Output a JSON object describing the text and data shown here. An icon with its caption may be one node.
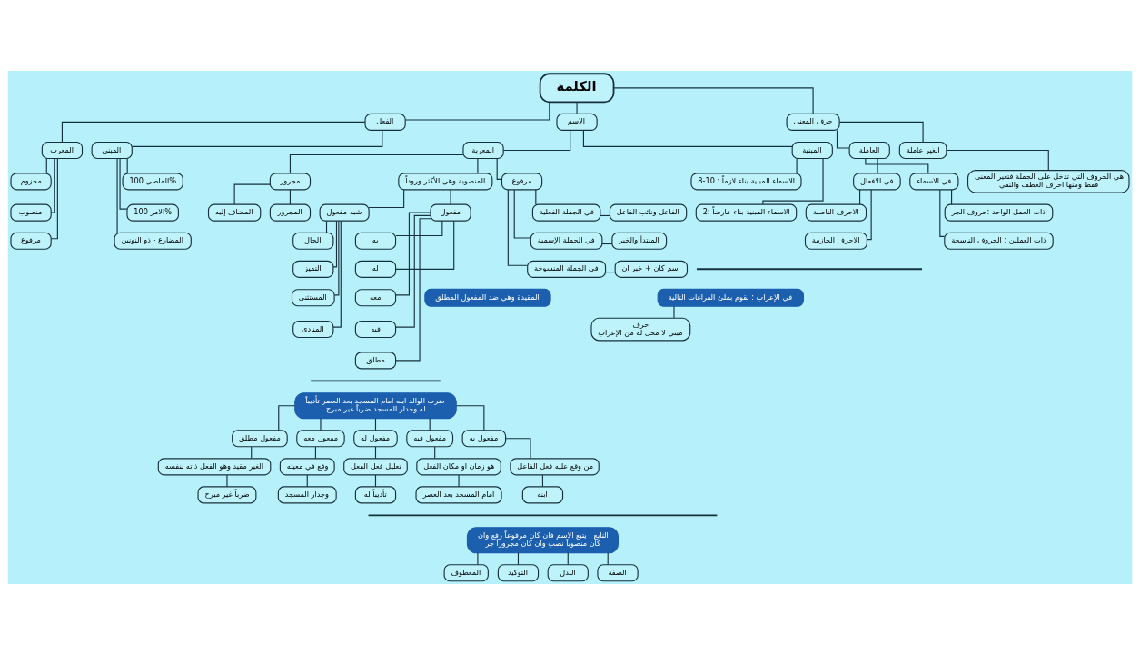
{
  "diagram": {
    "nodes": [
      {
        "text": [
          "الكلمة"
        ]
      },
      {
        "text": [
          "حرف المعنى"
        ]
      },
      {
        "text": [
          "الغير عاملة"
        ]
      },
      {
        "text": [
          "هي الحروف التي تدخل على الجملة فتغير المعنى فقط ومنها احرف العطف والنفي"
        ]
      },
      {
        "text": [
          "العاملة"
        ]
      },
      {
        "text": [
          "في الاسماء"
        ]
      },
      {
        "text": [
          "ذات العمل الواحد :حروف الجر"
        ]
      },
      {
        "text": [
          "ذات العملين : الحروف الناسخة"
        ]
      },
      {
        "text": [
          "في الافعال"
        ]
      },
      {
        "text": [
          "الاحرف الناصبة"
        ]
      },
      {
        "text": [
          "الاحرف الجازمة"
        ]
      },
      {
        "text": [
          "في الإعراب : نقوم بملئ الفراغات التالية"
        ]
      },
      {
        "text": [
          "حرف",
          "مبني لا محل له من الإعراب"
        ]
      },
      {
        "text": [
          "الاسم"
        ]
      },
      {
        "text": [
          "المبنية"
        ]
      },
      {
        "text": [
          "الاسماء المبنية بناء لازماً : 10-8"
        ]
      },
      {
        "text": [
          "الاسماء المبنية بناء عارضاً :2"
        ]
      },
      {
        "text": [
          "المعربة"
        ]
      },
      {
        "text": [
          "مرفوع"
        ]
      },
      {
        "text": [
          "في الجملة الفعلية"
        ]
      },
      {
        "text": [
          "الفاعل ونائب الفاعل"
        ]
      },
      {
        "text": [
          "في الجملة الإسمية"
        ]
      },
      {
        "text": [
          "المبتدأ والخبر"
        ]
      },
      {
        "text": [
          "في الجملة المنسوخة"
        ]
      },
      {
        "text": [
          "اسم كان + خبر ان"
        ]
      },
      {
        "text": [
          "المنصوبة وهي الأكثر وروداً"
        ]
      },
      {
        "text": [
          "مفعول"
        ]
      },
      {
        "text": [
          "به"
        ]
      },
      {
        "text": [
          "له"
        ]
      },
      {
        "text": [
          "معه"
        ]
      },
      {
        "text": [
          "فيه"
        ]
      },
      {
        "text": [
          "مطلق"
        ]
      },
      {
        "text": [
          "المقيدة وهي ضد المفعول المطلق"
        ]
      },
      {
        "text": [
          "شبه مفعول"
        ]
      },
      {
        "text": [
          "الحال"
        ]
      },
      {
        "text": [
          "التميز"
        ]
      },
      {
        "text": [
          "المستثنى"
        ]
      },
      {
        "text": [
          "المنادى"
        ]
      },
      {
        "text": [
          "مجرور"
        ]
      },
      {
        "text": [
          "المجرور"
        ]
      },
      {
        "text": [
          "المضاف إليه"
        ]
      },
      {
        "text": [
          "الفعل"
        ]
      },
      {
        "text": [
          "المبني"
        ]
      },
      {
        "text": [
          "الماضي 100%"
        ]
      },
      {
        "text": [
          "الامر 100%"
        ]
      },
      {
        "text": [
          "المضارع - ذو النونين"
        ]
      },
      {
        "text": [
          "المعرب"
        ]
      },
      {
        "text": [
          "مجزوم"
        ]
      },
      {
        "text": [
          "منصوب"
        ]
      },
      {
        "text": [
          "مرفوع"
        ]
      },
      {
        "text": [
          "ضرب الوالد ابنه امام المسجد بعد العصر تأديباً له وجدار المسجد ضرباً غير مبرح"
        ]
      },
      {
        "text": [
          "مفعول به"
        ]
      },
      {
        "text": [
          "من وقع عليه فعل الفاعل"
        ]
      },
      {
        "text": [
          "ابنه"
        ]
      },
      {
        "text": [
          "مفعول فيه"
        ]
      },
      {
        "text": [
          "هو زمان او مكان الفعل"
        ]
      },
      {
        "text": [
          "امام المسجد بعد العصر"
        ]
      },
      {
        "text": [
          "مفعول له"
        ]
      },
      {
        "text": [
          "تعليل فعل الفعل"
        ]
      },
      {
        "text": [
          "تأديباً له"
        ]
      },
      {
        "text": [
          "مفعول معه"
        ]
      },
      {
        "text": [
          "وقع في معيته"
        ]
      },
      {
        "text": [
          "وجدار المسجد"
        ]
      },
      {
        "text": [
          "مفعول مطلق"
        ]
      },
      {
        "text": [
          "الغير مقيد وهو الفعل ذاته بنفسه"
        ]
      },
      {
        "text": [
          "ضرباً غير مبرح"
        ]
      },
      {
        "text": [
          "التابع : يتبع الاسم فان كان مرفوعاً رفع وان كان منصوباً نصب وان كان مجروراً جر"
        ]
      },
      {
        "text": [
          "الصفة"
        ]
      },
      {
        "text": [
          "البدل"
        ]
      },
      {
        "text": [
          "التوكيد"
        ]
      },
      {
        "text": [
          "المعطوف"
        ]
      }
    ],
    "edges": [
      {
        "from": 0,
        "to": 1,
        "arrow": "none"
      },
      {
        "from": 0,
        "to": 13,
        "arrow": "none"
      },
      {
        "from": 0,
        "to": 41,
        "arrow": "none"
      },
      {
        "from": 1,
        "to": 2,
        "arrow": "none"
      },
      {
        "from": 1,
        "to": 4,
        "arrow": "none"
      },
      {
        "from": 2,
        "to": 3,
        "arrow": "none"
      },
      {
        "from": 4,
        "to": 5,
        "arrow": "none"
      },
      {
        "from": 4,
        "to": 8,
        "arrow": "none"
      },
      {
        "from": 5,
        "to": 6,
        "arrow": "none"
      },
      {
        "from": 5,
        "to": 7,
        "arrow": "none"
      },
      {
        "from": 8,
        "to": 9,
        "arrow": "none"
      },
      {
        "from": 8,
        "to": 10,
        "arrow": "none"
      },
      {
        "from": 11,
        "to": 12,
        "arrow": "none"
      },
      {
        "from": 13,
        "to": 14,
        "arrow": "none"
      },
      {
        "from": 13,
        "to": 17,
        "arrow": "none"
      },
      {
        "from": 14,
        "to": 15,
        "arrow": "none"
      },
      {
        "from": 14,
        "to": 16,
        "arrow": "none"
      },
      {
        "from": 17,
        "to": 18,
        "arrow": "none"
      },
      {
        "from": 17,
        "to": 25,
        "arrow": "none"
      },
      {
        "from": 17,
        "to": 38,
        "arrow": "none"
      },
      {
        "from": 18,
        "to": 19,
        "arrow": "none"
      },
      {
        "from": 19,
        "to": 20,
        "arrow": "none"
      },
      {
        "from": 18,
        "to": 21,
        "arrow": "none"
      },
      {
        "from": 21,
        "to": 22,
        "arrow": "none"
      },
      {
        "from": 18,
        "to": 23,
        "arrow": "none"
      },
      {
        "from": 23,
        "to": 24,
        "arrow": "none"
      },
      {
        "from": 25,
        "to": 26,
        "arrow": "none"
      },
      {
        "from": 25,
        "to": 33,
        "arrow": "none"
      },
      {
        "from": 26,
        "to": 27,
        "arrow": "none"
      },
      {
        "from": 26,
        "to": 28,
        "arrow": "none"
      },
      {
        "from": 26,
        "to": 29,
        "arrow": "none"
      },
      {
        "from": 26,
        "to": 30,
        "arrow": "none"
      },
      {
        "from": 26,
        "to": 31,
        "arrow": "none"
      },
      {
        "from": 33,
        "to": 34,
        "arrow": "none"
      },
      {
        "from": 33,
        "to": 35,
        "arrow": "none"
      },
      {
        "from": 33,
        "to": 36,
        "arrow": "none"
      },
      {
        "from": 33,
        "to": 37,
        "arrow": "none"
      },
      {
        "from": 38,
        "to": 39,
        "arrow": "none"
      },
      {
        "from": 38,
        "to": 40,
        "arrow": "none"
      },
      {
        "from": 41,
        "to": 42,
        "arrow": "none"
      },
      {
        "from": 41,
        "to": 46,
        "arrow": "none"
      },
      {
        "from": 42,
        "to": 43,
        "arrow": "none"
      },
      {
        "from": 42,
        "to": 44,
        "arrow": "none"
      },
      {
        "from": 42,
        "to": 45,
        "arrow": "none"
      },
      {
        "from": 46,
        "to": 47,
        "arrow": "none"
      },
      {
        "from": 46,
        "to": 48,
        "arrow": "none"
      },
      {
        "from": 46,
        "to": 49,
        "arrow": "none"
      },
      {
        "from": 50,
        "to": 51,
        "arrow": "none"
      },
      {
        "from": 51,
        "to": 52,
        "arrow": "none"
      },
      {
        "from": 52,
        "to": 53,
        "arrow": "none"
      },
      {
        "from": 50,
        "to": 54,
        "arrow": "none"
      },
      {
        "from": 54,
        "to": 55,
        "arrow": "none"
      },
      {
        "from": 55,
        "to": 56,
        "arrow": "none"
      },
      {
        "from": 50,
        "to": 57,
        "arrow": "none"
      },
      {
        "from": 57,
        "to": 58,
        "arrow": "none"
      },
      {
        "from": 58,
        "to": 59,
        "arrow": "none"
      },
      {
        "from": 50,
        "to": 60,
        "arrow": "none"
      },
      {
        "from": 60,
        "to": 61,
        "arrow": "none"
      },
      {
        "from": 61,
        "to": 62,
        "arrow": "none"
      },
      {
        "from": 50,
        "to": 63,
        "arrow": "none"
      },
      {
        "from": 63,
        "to": 64,
        "arrow": "none"
      },
      {
        "from": 64,
        "to": 65,
        "arrow": "none"
      },
      {
        "from": 66,
        "to": 67,
        "arrow": "none"
      },
      {
        "from": 66,
        "to": 68,
        "arrow": "none"
      },
      {
        "from": 66,
        "to": 69,
        "arrow": "none"
      },
      {
        "from": 66,
        "to": 70,
        "arrow": "none"
      }
    ]
  }
}
